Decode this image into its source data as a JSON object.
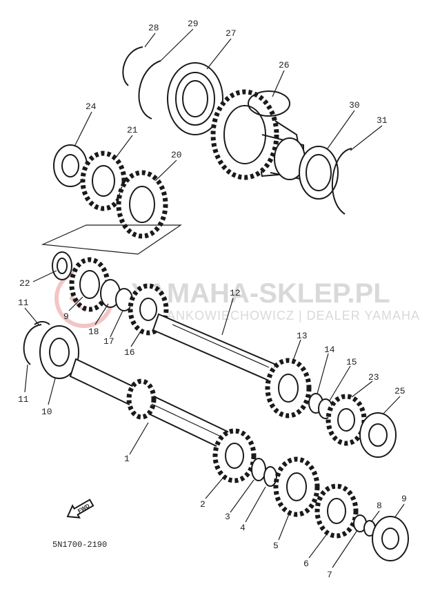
{
  "diagram": {
    "callouts": [
      "28",
      "29",
      "27",
      "26",
      "24",
      "21",
      "20",
      "30",
      "31",
      "22",
      "12",
      "11",
      "9",
      "18",
      "17",
      "16",
      "13",
      "14",
      "15",
      "23",
      "25",
      "11",
      "10",
      "1",
      "2",
      "3",
      "4",
      "5",
      "6",
      "7",
      "8",
      "9"
    ],
    "part_code": "5N1700-2190",
    "fwd_label": "FWD",
    "watermark": {
      "brand": "YAMAHA-SKLEP.PL",
      "subtitle": "JANKOWIECHOWICZ | DEALER YAMAHA"
    }
  }
}
